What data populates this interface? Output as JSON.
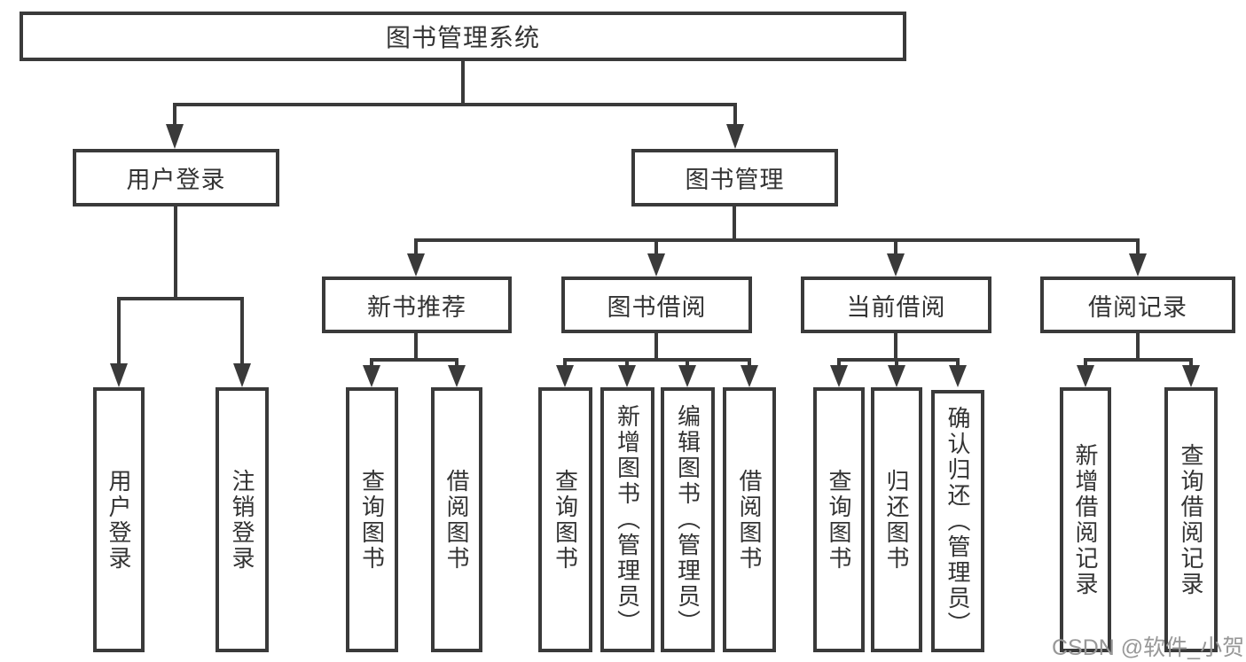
{
  "diagram": {
    "root": {
      "label": "图书管理系统"
    },
    "level2": {
      "user_login": {
        "label": "用户登录"
      },
      "book_management": {
        "label": "图书管理"
      }
    },
    "level3": {
      "new_book_recommend": {
        "label": "新书推荐"
      },
      "book_borrowing": {
        "label": "图书借阅"
      },
      "current_borrowing": {
        "label": "当前借阅"
      },
      "borrowing_records": {
        "label": "借阅记录"
      }
    },
    "leaves": {
      "user_login": [
        {
          "label": "用户登录"
        },
        {
          "label": "注销登录"
        }
      ],
      "new_book_recommend": [
        {
          "label": "查询图书"
        },
        {
          "label": "借阅图书"
        }
      ],
      "book_borrowing": [
        {
          "label": "查询图书"
        },
        {
          "label": "新增图书（管理员）"
        },
        {
          "label": "编辑图书（管理员）"
        },
        {
          "label": "借阅图书"
        }
      ],
      "current_borrowing": [
        {
          "label": "查询图书"
        },
        {
          "label": "归还图书"
        },
        {
          "label": "确认归还（管理员）"
        }
      ],
      "borrowing_records": [
        {
          "label": "新增借阅记录"
        },
        {
          "label": "查询借阅记录"
        }
      ]
    }
  },
  "watermark": {
    "text": "CSDN @软件_小贺同学"
  },
  "colors": {
    "line": "#3a3a3a",
    "text": "#333333",
    "watermark": "#989898",
    "background": "#ffffff"
  }
}
